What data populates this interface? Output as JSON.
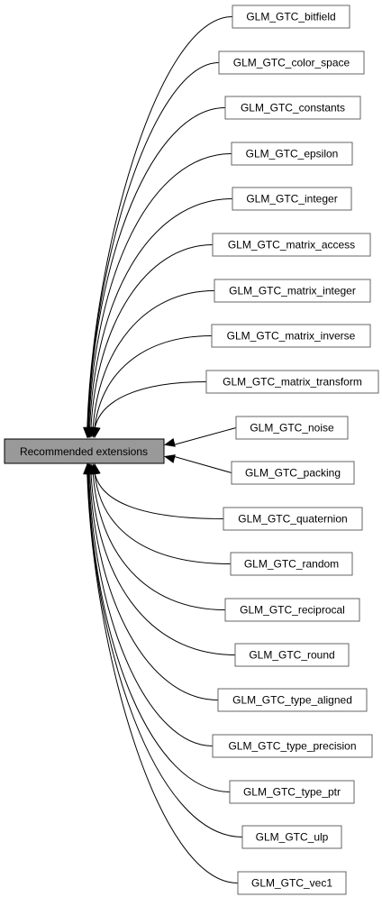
{
  "root": {
    "label": "Recommended extensions"
  },
  "children": [
    {
      "label": "GLM_GTC_bitfield"
    },
    {
      "label": "GLM_GTC_color_space"
    },
    {
      "label": "GLM_GTC_constants"
    },
    {
      "label": "GLM_GTC_epsilon"
    },
    {
      "label": "GLM_GTC_integer"
    },
    {
      "label": "GLM_GTC_matrix_access"
    },
    {
      "label": "GLM_GTC_matrix_integer"
    },
    {
      "label": "GLM_GTC_matrix_inverse"
    },
    {
      "label": "GLM_GTC_matrix_transform"
    },
    {
      "label": "GLM_GTC_noise"
    },
    {
      "label": "GLM_GTC_packing"
    },
    {
      "label": "GLM_GTC_quaternion"
    },
    {
      "label": "GLM_GTC_random"
    },
    {
      "label": "GLM_GTC_reciprocal"
    },
    {
      "label": "GLM_GTC_round"
    },
    {
      "label": "GLM_GTC_type_aligned"
    },
    {
      "label": "GLM_GTC_type_precision"
    },
    {
      "label": "GLM_GTC_type_ptr"
    },
    {
      "label": "GLM_GTC_ulp"
    },
    {
      "label": "GLM_GTC_vec1"
    }
  ]
}
